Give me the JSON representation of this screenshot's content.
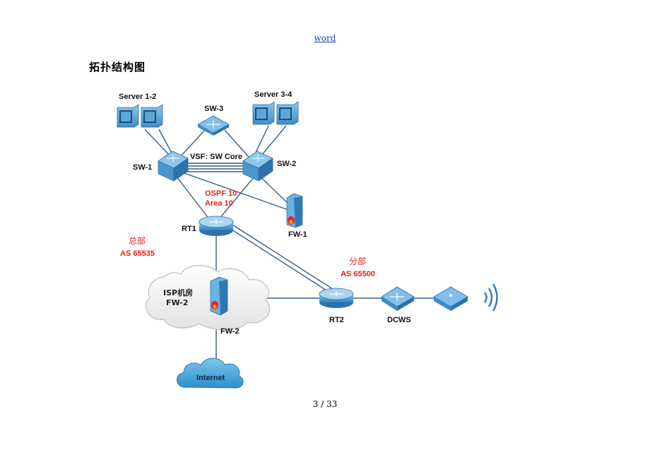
{
  "header": {
    "link_text": "word"
  },
  "section": {
    "title": "拓扑结构图"
  },
  "diagram": {
    "labels": {
      "server_1_2": "Server 1-2",
      "server_3_4": "Server 3-4",
      "sw3": "SW-3",
      "vsf": "VSF: SW Core",
      "sw1": "SW-1",
      "sw2": "SW-2",
      "ospf_line1": "OSPF 10",
      "ospf_line2": "Area 10",
      "rt1": "RT1",
      "fw1": "FW-1",
      "hq_cn": "总部",
      "hq_as": "AS 65535",
      "branch_cn": "分部",
      "branch_as": "AS 65500",
      "isp_line1": "ISP机房",
      "isp_line2": "FW-2",
      "fw2": "FW-2",
      "rt2": "RT2",
      "dcws": "DCWS",
      "internet": "Internet"
    },
    "colors": {
      "link": "#3a5e86",
      "device_blue": "#4d9fd6",
      "red_text": "#e8201e",
      "cloud_fill": "#f2f2f2"
    }
  },
  "footer": {
    "page_number": "3",
    "page_separator": "/",
    "page_total": "33"
  }
}
